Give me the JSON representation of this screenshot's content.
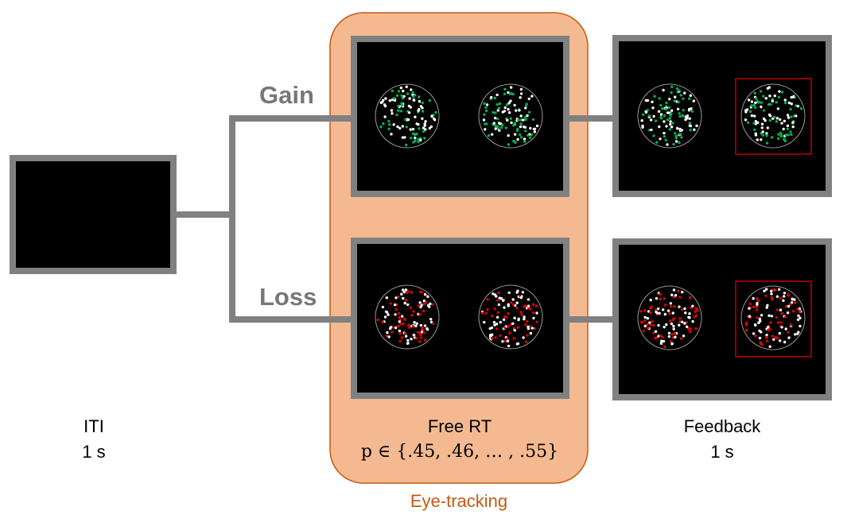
{
  "branches": {
    "gain": "Gain",
    "loss": "Loss"
  },
  "labels": {
    "iti_title": "ITI",
    "iti_duration": "1 s",
    "free_rt_title": "Free RT",
    "free_rt_prob": "p ∈ {.45, .46, … , .55}",
    "feedback_title": "Feedback",
    "feedback_duration": "1 s",
    "eye_tracking": "Eye-tracking"
  },
  "colors": {
    "frame": "#808080",
    "screen": "#000000",
    "eye_box_fill": "#F4B990",
    "eye_box_stroke": "#C55A11",
    "gain_dot": "#00B050",
    "loss_dot": "#E00000",
    "white_dot": "#FFFFFF",
    "feedback_highlight": "#C00000"
  }
}
